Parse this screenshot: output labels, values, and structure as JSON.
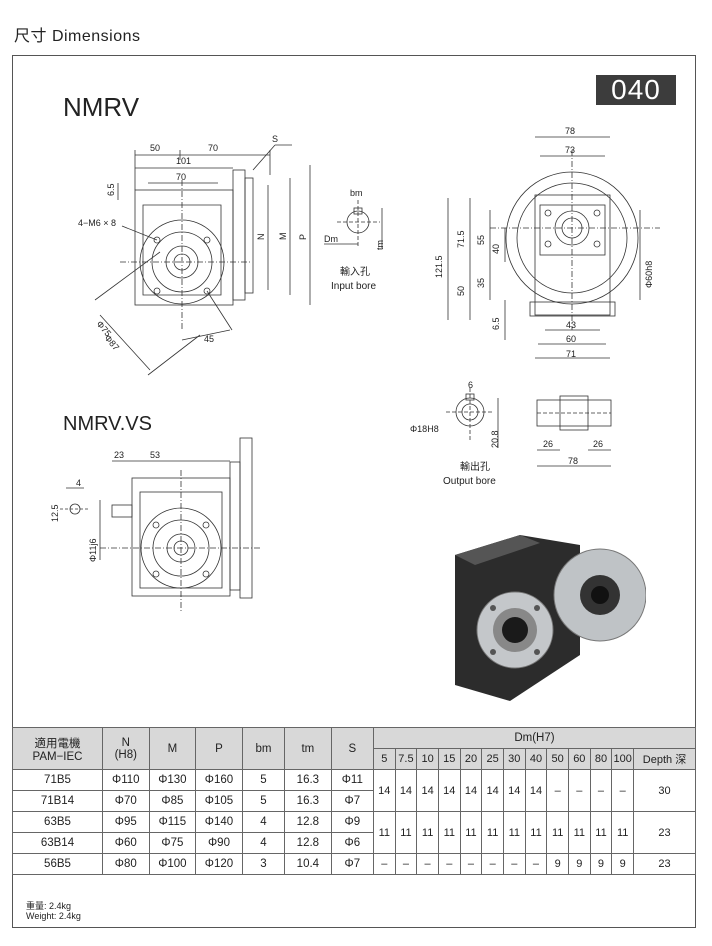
{
  "header": {
    "title": "尺寸 Dimensions"
  },
  "model": "040",
  "titles": {
    "nmrv": "NMRV",
    "nmrvvs": "NMRV.VS"
  },
  "dims": {
    "top_50": "50",
    "top_70": "70",
    "s": "S",
    "d101": "101",
    "d70b": "70",
    "d65": "6.5",
    "holes": "4−M6 × 8",
    "n": "N",
    "m": "M",
    "p": "P",
    "phi75": "Φ75",
    "phi87": "Φ87",
    "deg45": "45",
    "bm": "bm",
    "dm": "Dm",
    "tm": "tm",
    "input_cn": "輸入孔",
    "input_en": "Input bore",
    "r78": "78",
    "r73": "73",
    "r1215": "121.5",
    "r715": "71.5",
    "r55": "55",
    "r40": "40",
    "r50": "50",
    "r35": "35",
    "r65": "6.5",
    "r43": "43",
    "r60": "60",
    "r71": "71",
    "phi60": "Φ60h8",
    "o6": "6",
    "o18": "Φ18H8",
    "o208": "20.8",
    "o26a": "26",
    "o26b": "26",
    "o78": "78",
    "output_cn": "輸出孔",
    "output_en": "Output bore",
    "v23": "23",
    "v53": "53",
    "v4": "4",
    "v125": "12.5",
    "v11": "Φ11j6"
  },
  "table": {
    "headers": {
      "motor": "適用電機",
      "motor2": "PAM−IEC",
      "n": "N",
      "n2": "(H8)",
      "m": "M",
      "p": "P",
      "bm": "bm",
      "tm": "tm",
      "s": "S",
      "dm": "Dm(H7)"
    },
    "dm_cols": [
      "5",
      "7.5",
      "10",
      "15",
      "20",
      "25",
      "30",
      "40",
      "50",
      "60",
      "80",
      "100",
      "Depth 深"
    ],
    "rows": [
      {
        "motor": "71B5",
        "n": "Φ110",
        "m": "Φ130",
        "p": "Φ160",
        "bm": "5",
        "tm": "16.3",
        "s": "Φ11"
      },
      {
        "motor": "71B14",
        "n": "Φ70",
        "m": "Φ85",
        "p": "Φ105",
        "bm": "5",
        "tm": "16.3",
        "s": "Φ7"
      },
      {
        "motor": "63B5",
        "n": "Φ95",
        "m": "Φ115",
        "p": "Φ140",
        "bm": "4",
        "tm": "12.8",
        "s": "Φ9"
      },
      {
        "motor": "63B14",
        "n": "Φ60",
        "m": "Φ75",
        "p": "Φ90",
        "bm": "4",
        "tm": "12.8",
        "s": "Φ6"
      },
      {
        "motor": "56B5",
        "n": "Φ80",
        "m": "Φ100",
        "p": "Φ120",
        "bm": "3",
        "tm": "10.4",
        "s": "Φ7"
      }
    ],
    "group1": [
      "14",
      "14",
      "14",
      "14",
      "14",
      "14",
      "14",
      "14",
      "–",
      "–",
      "–",
      "–",
      "30"
    ],
    "group2": [
      "11",
      "11",
      "11",
      "11",
      "11",
      "11",
      "11",
      "11",
      "11",
      "11",
      "11",
      "11",
      "23"
    ],
    "row5": [
      "–",
      "–",
      "–",
      "–",
      "–",
      "–",
      "–",
      "–",
      "9",
      "9",
      "9",
      "9",
      "23"
    ]
  },
  "footnote": {
    "cn": "重量: 2.4kg",
    "en": "Weight: 2.4kg"
  }
}
